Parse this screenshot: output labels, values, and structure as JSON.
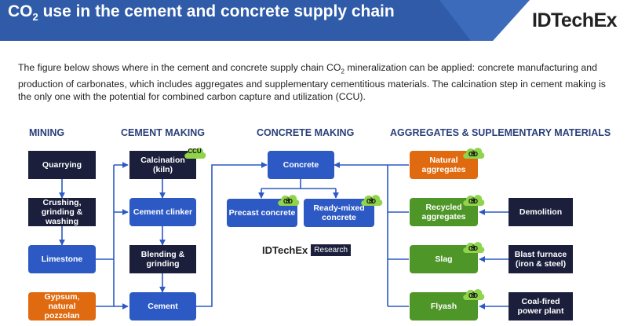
{
  "header": {
    "title_pre": "CO",
    "title_sub": "2",
    "title_post": " use in the cement and concrete supply chain",
    "logo": "IDTechEx"
  },
  "intro": {
    "part1": "The figure below shows where in the cement and concrete supply chain CO",
    "sub": "2",
    "part2": " mineralization can be applied: concrete manufacturing and production of carbonates, which includes aggregates and supplementary cementitious materials. The calcination step in cement making is the only one with the potential for combined carbon capture and utilization (CCU)."
  },
  "columns": {
    "mining": "MINING",
    "cement": "CEMENT MAKING",
    "concrete": "CONCRETE MAKING",
    "aggregates": "AGGREGATES & SUPLEMENTARY MATERIALS"
  },
  "nodes": {
    "quarrying": "Quarrying",
    "crushing": "Crushing, grinding & washing",
    "limestone": "Limestone",
    "gypsum": "Gypsum, natural pozzolan",
    "calcination": "Calcination (kiln)",
    "clinker": "Cement clinker",
    "blending": "Blending & grinding",
    "cement": "Cement",
    "concrete": "Concrete",
    "precast": "Precast concrete",
    "readymix": "Ready-mixed concrete",
    "natural_agg": "Natural aggregates",
    "recycled_agg": "Recycled aggregates",
    "slag": "Slag",
    "flyash": "Flyash",
    "demolition": "Demolition",
    "blast_furnace": "Blast furnace (iron & steel)",
    "coal_plant": "Coal-fired power plant"
  },
  "badges": {
    "ccu": "CCU",
    "co2_main": "CO",
    "co2_sub": "2",
    "co2_tail": "U"
  },
  "research_logo": {
    "name": "IDTechEx",
    "tag": "Research"
  },
  "colors": {
    "banner": "#2f5ba8",
    "dark": "#1b1f3b",
    "blue": "#2c59c4",
    "orange": "#e06a10",
    "green": "#4f9628",
    "badge": "#8fd44a",
    "arrow": "#2c59c4"
  }
}
